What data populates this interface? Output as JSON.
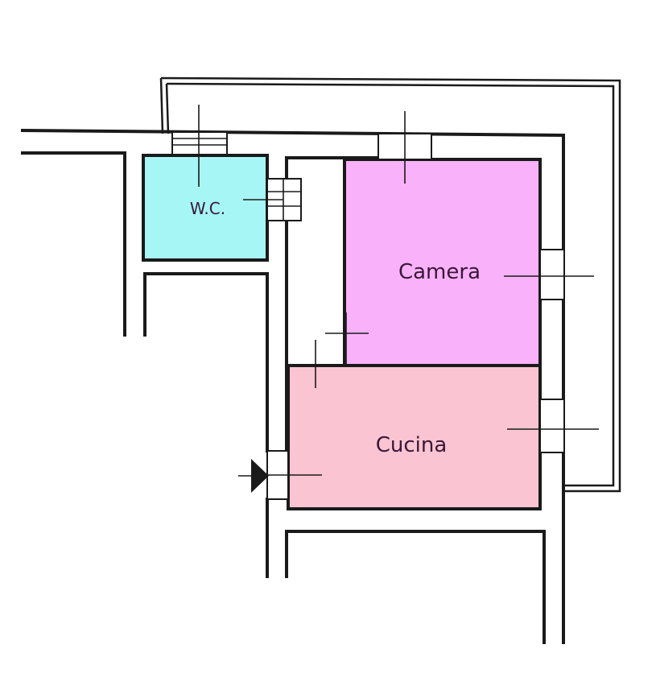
{
  "rooms": {
    "wc": {
      "label": "W.C.",
      "color": "#a6f6f6"
    },
    "camera": {
      "label": "Camera",
      "color": "#f9b2f9"
    },
    "cucina": {
      "label": "Cucina",
      "color": "#fbc4d2"
    }
  },
  "colors": {
    "wall": "#1a1a1a",
    "text": "#3a1838",
    "background": "#ffffff"
  },
  "icons": {
    "entrance": "entrance-arrow-icon"
  }
}
